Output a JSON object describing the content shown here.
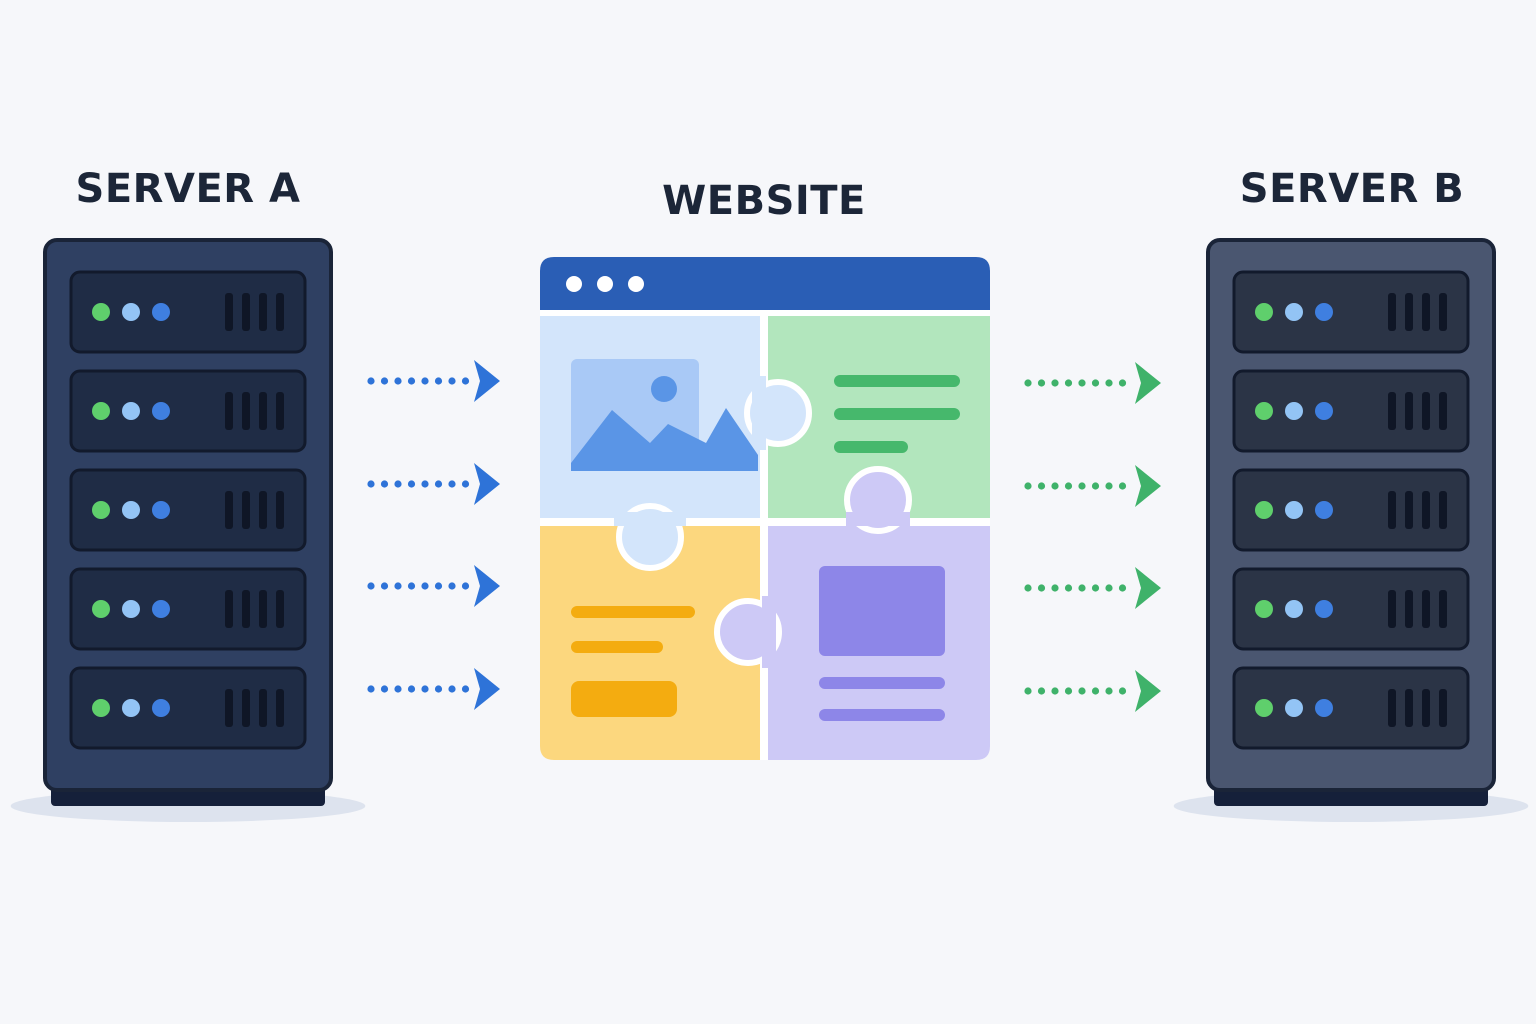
{
  "labels": {
    "server_a": "SERVER A",
    "website": "WEBSITE",
    "server_b": "SERVER B"
  },
  "server_a": {
    "units": 5,
    "body_color": "#2f4062",
    "unit_color": "#1f2c45",
    "leds": [
      "#5fcf6c",
      "#93c4f5",
      "#3f7fe0"
    ]
  },
  "server_b": {
    "units": 5,
    "body_color": "#4a5670",
    "unit_color": "#2b3446",
    "leds": [
      "#5fcf6c",
      "#93c4f5",
      "#3f7fe0"
    ]
  },
  "arrows_in": {
    "count": 4,
    "color": "#2e73d8"
  },
  "arrows_out": {
    "count": 4,
    "color": "#3fb26a"
  },
  "website": {
    "titlebar_color": "#2a5eb5",
    "window_dots": 3,
    "tiles": [
      {
        "name": "image-tile",
        "fill": "#d3e5fb",
        "accent": "#5a95e6"
      },
      {
        "name": "text-tile-green",
        "fill": "#b2e6bd",
        "accent": "#46b86c"
      },
      {
        "name": "text-tile-yellow",
        "fill": "#fcd77e",
        "accent": "#f4ac10"
      },
      {
        "name": "card-tile-purple",
        "fill": "#cdc9f6",
        "accent": "#8d86e8"
      }
    ]
  }
}
